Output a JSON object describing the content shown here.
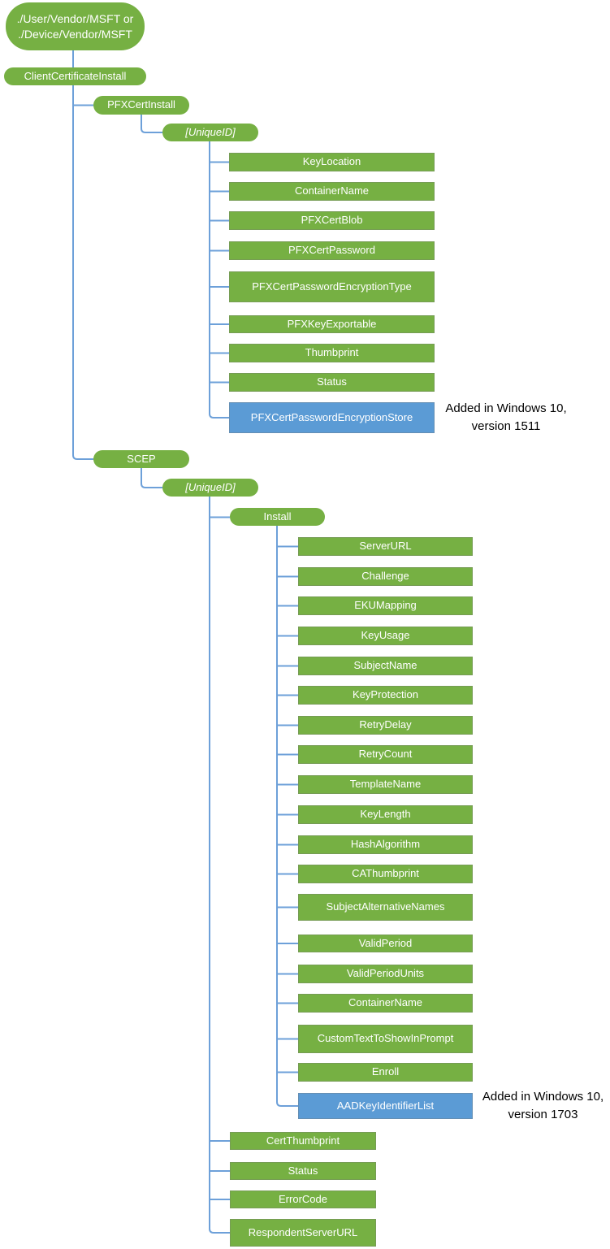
{
  "colors": {
    "green": "#76b043",
    "blue": "#5b9bd5",
    "connector": "#6da0d9",
    "nodetext": "#ffffff",
    "annotation": "#000000"
  },
  "root": {
    "line1": "./User/Vendor/MSFT or",
    "line2": "./Device/Vendor/MSFT"
  },
  "nodes": {
    "client_certificate_install": "ClientCertificateInstall",
    "pfx_cert_install": "PFXCertInstall",
    "pfx_unique_id": "[UniqueID]",
    "scep": "SCEP",
    "scep_unique_id": "[UniqueID]",
    "install": "Install"
  },
  "pfx_children": [
    {
      "label": "KeyLocation"
    },
    {
      "label": "ContainerName"
    },
    {
      "label": "PFXCertBlob"
    },
    {
      "label": "PFXCertPassword"
    },
    {
      "label": "PFXCertPasswordEncryptionType"
    },
    {
      "label": "PFXKeyExportable"
    },
    {
      "label": "Thumbprint"
    },
    {
      "label": "Status"
    },
    {
      "label": "PFXCertPasswordEncryptionStore",
      "highlight": "blue"
    }
  ],
  "install_children": [
    {
      "label": "ServerURL"
    },
    {
      "label": "Challenge"
    },
    {
      "label": "EKUMapping"
    },
    {
      "label": "KeyUsage"
    },
    {
      "label": "SubjectName"
    },
    {
      "label": "KeyProtection"
    },
    {
      "label": "RetryDelay"
    },
    {
      "label": "RetryCount"
    },
    {
      "label": "TemplateName"
    },
    {
      "label": "KeyLength"
    },
    {
      "label": "HashAlgorithm"
    },
    {
      "label": "CAThumbprint"
    },
    {
      "label": "SubjectAlternativeNames"
    },
    {
      "label": "ValidPeriod"
    },
    {
      "label": "ValidPeriodUnits"
    },
    {
      "label": "ContainerName"
    },
    {
      "label": "CustomTextToShowInPrompt"
    },
    {
      "label": "Enroll"
    },
    {
      "label": "AADKeyIdentifierList",
      "highlight": "blue"
    }
  ],
  "scep_children": [
    {
      "label": "CertThumbprint"
    },
    {
      "label": "Status"
    },
    {
      "label": "ErrorCode"
    },
    {
      "label": "RespondentServerURL"
    }
  ],
  "annotations": [
    {
      "line1": "Added in Windows 10,",
      "line2": "version 1511"
    },
    {
      "line1": "Added in Windows 10,",
      "line2": "version 1703"
    }
  ]
}
